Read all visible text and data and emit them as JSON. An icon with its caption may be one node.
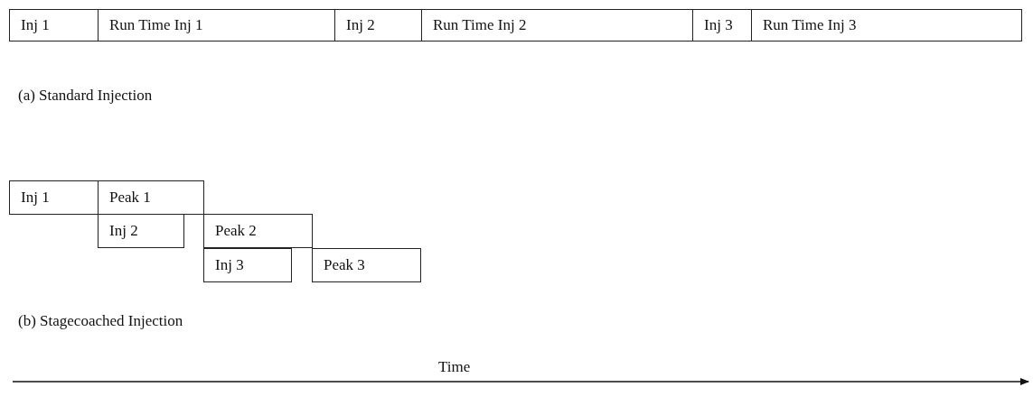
{
  "diagram": {
    "nodes": [
      {
        "text": [
          "Inj 1"
        ]
      },
      {
        "text": [
          "Run Time Inj 1"
        ]
      },
      {
        "text": [
          "Inj 2"
        ]
      },
      {
        "text": [
          "Run Time Inj 2"
        ]
      },
      {
        "text": [
          "Inj 3"
        ]
      },
      {
        "text": [
          "Run Time Inj 3"
        ]
      },
      {
        "text": [
          "Inj 1"
        ]
      },
      {
        "text": [
          "Peak 1"
        ]
      },
      {
        "text": [
          "Inj 2"
        ]
      },
      {
        "text": [
          "Peak 2"
        ]
      },
      {
        "text": [
          "Inj 3"
        ]
      },
      {
        "text": [
          "Peak 3"
        ]
      }
    ],
    "edges": [],
    "labels": [
      "(a) Standard Injection",
      "(b) Stagecoached Injection",
      "Time"
    ]
  }
}
